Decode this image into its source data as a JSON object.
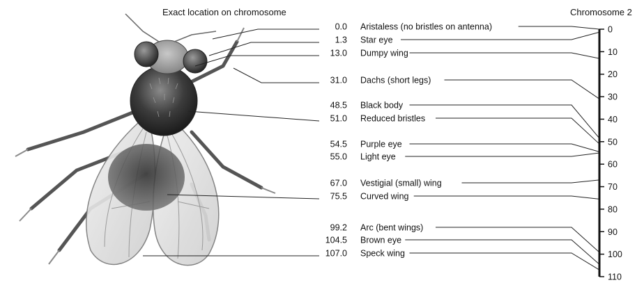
{
  "headers": {
    "location": "Exact location on chromosome",
    "chromosome": "Chromosome 2"
  },
  "genes": [
    {
      "position": "0.0",
      "name": "Aristaless (no bristles on antenna)",
      "value": 0.0
    },
    {
      "position": "1.3",
      "name": "Star eye",
      "value": 1.3
    },
    {
      "position": "13.0",
      "name": "Dumpy wing",
      "value": 13.0
    },
    {
      "position": "31.0",
      "name": "Dachs (short legs)",
      "value": 31.0
    },
    {
      "position": "48.5",
      "name": "Black body",
      "value": 48.5
    },
    {
      "position": "51.0",
      "name": "Reduced bristles",
      "value": 51.0
    },
    {
      "position": "54.5",
      "name": "Purple eye",
      "value": 54.5
    },
    {
      "position": "55.0",
      "name": "Light eye",
      "value": 55.0
    },
    {
      "position": "67.0",
      "name": "Vestigial (small) wing",
      "value": 67.0
    },
    {
      "position": "75.5",
      "name": "Curved wing",
      "value": 75.5
    },
    {
      "position": "99.2",
      "name": "Arc (bent wings)",
      "value": 99.2
    },
    {
      "position": "104.5",
      "name": "Brown eye",
      "value": 104.5
    },
    {
      "position": "107.0",
      "name": "Speck wing",
      "value": 107.0
    }
  ],
  "scale": {
    "ticks": [
      "0",
      "10",
      "20",
      "30",
      "40",
      "50",
      "60",
      "70",
      "80",
      "90",
      "100",
      "110"
    ],
    "min": 0,
    "max": 110
  },
  "colors": {
    "ink": "#111111",
    "leader": "#222222",
    "wing": "#dcdcdc",
    "body": "#3a3a3a"
  }
}
